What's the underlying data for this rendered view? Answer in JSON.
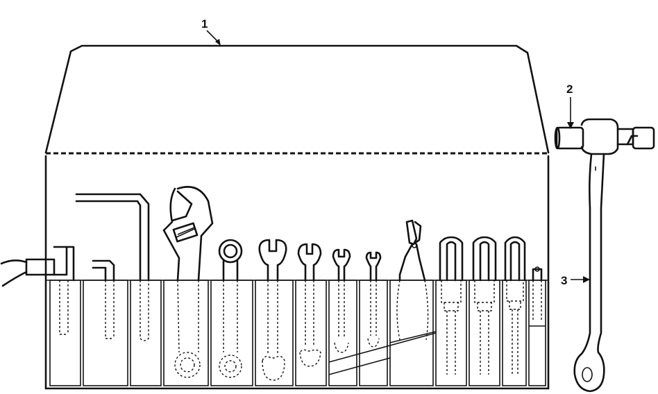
{
  "callouts": [
    {
      "id": "1",
      "label": "1"
    },
    {
      "id": "2",
      "label": "2"
    },
    {
      "id": "3",
      "label": "3"
    }
  ],
  "colors": {
    "ink": "#111111",
    "paper": "#ffffff"
  },
  "icons": [
    "tool-roll-icon",
    "hex-key-icon",
    "adjustable-wrench-icon",
    "combination-wrench-icon",
    "pliers-icon",
    "screwdriver-icon",
    "socket-wrench-icon"
  ]
}
